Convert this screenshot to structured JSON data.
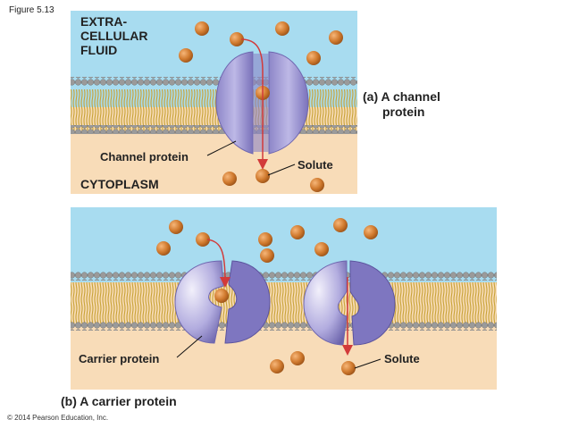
{
  "figure_number": "Figure 5.13",
  "copyright": "© 2014 Pearson Education, Inc.",
  "panel_a": {
    "extracellular_label": [
      "EXTRA-",
      "CELLULAR",
      "FLUID"
    ],
    "cytoplasm_label": "CYTOPLASM",
    "protein_label": "Channel protein",
    "solute_label": "Solute",
    "caption": [
      "(a) A channel",
      "protein"
    ]
  },
  "panel_b": {
    "protein_label": "Carrier protein",
    "solute_label": "Solute",
    "caption": "(b) A carrier protein"
  },
  "colors": {
    "extracellular": "#a8dcf0",
    "cytoplasm": "#f8dcb8",
    "lipid_head": "#9a9a9a",
    "lipid_tail": "#d6b44a",
    "protein": "#a9a3d6",
    "protein_dark": "#6f67b0",
    "solute": "#d07a2e",
    "arrow": "#d23a3a"
  }
}
